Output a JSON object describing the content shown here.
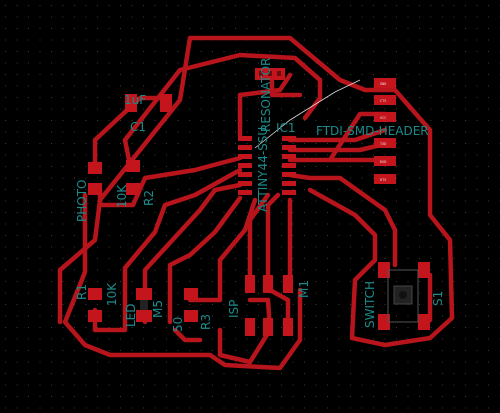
{
  "board": {
    "background": "#000000",
    "trace_color": "#b8141c",
    "silk_color": "#1c8a8a",
    "grid": true
  },
  "labels": {
    "ftdi": "FTDI-SMD-HEADER",
    "c1_value": "1uF",
    "c1": "C1",
    "resonator": "RESONATOR",
    "ic1": "IC1",
    "attiny": "ATTINY44-SSU",
    "photo": "PHOTO",
    "r2_value": "10K",
    "r2": "R2",
    "r1": "R1",
    "r1_value": "10K",
    "led": "LED",
    "m5": "M5",
    "r3": "R3",
    "r3_value": "50",
    "isp": "ISP",
    "m1": "M1",
    "switch": "SWITCH",
    "s1": "S1"
  },
  "ftdi_pins": [
    "GND",
    "CTS",
    "VCC",
    "TXD",
    "RXD",
    "RTS"
  ],
  "icons": [
    "pcb-trace",
    "smd-pad",
    "pushbutton-icon"
  ]
}
